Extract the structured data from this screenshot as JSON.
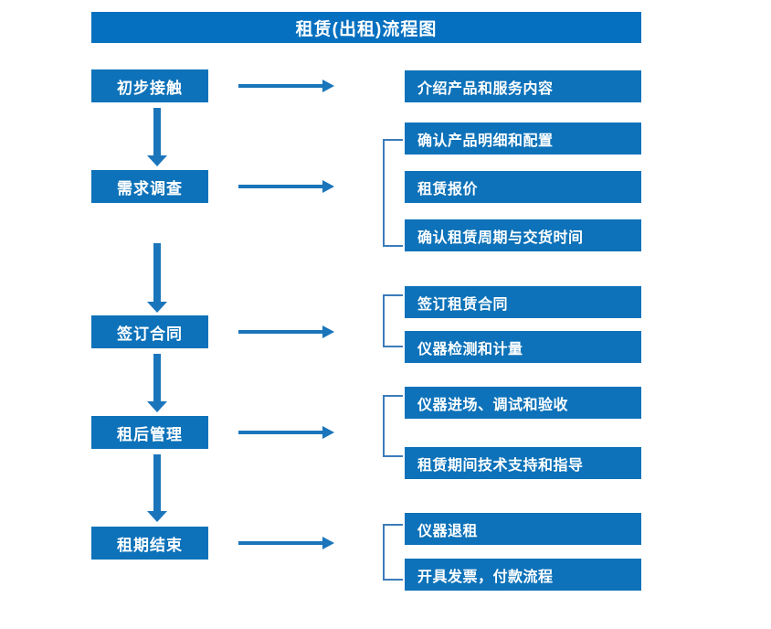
{
  "title": "租赁(出租)流程图",
  "colors": {
    "title_bar": "#0570c0",
    "box": "#0d72b9",
    "arrow": "#1b75bb",
    "bracket": "#3b7cba",
    "box_text": "#ffffff",
    "background": "#ffffff"
  },
  "stages": [
    {
      "label": "初步接触"
    },
    {
      "label": "需求调查"
    },
    {
      "label": "签订合同"
    },
    {
      "label": "租后管理"
    },
    {
      "label": "租期结束"
    }
  ],
  "details": [
    {
      "label": "介绍产品和服务内容"
    },
    {
      "label": "确认产品明细和配置"
    },
    {
      "label": "租赁报价"
    },
    {
      "label": "确认租赁周期与交货时间"
    },
    {
      "label": "签订租赁合同"
    },
    {
      "label": "仪器检测和计量"
    },
    {
      "label": "仪器进场、调试和验收"
    },
    {
      "label": "租赁期间技术支持和指导"
    },
    {
      "label": "仪器退租"
    },
    {
      "label": "开具发票，付款流程"
    }
  ],
  "groups": [
    {
      "stage": "初步接触",
      "details": [
        "介绍产品和服务内容"
      ],
      "bracketed": false
    },
    {
      "stage": "需求调查",
      "details": [
        "确认产品明细和配置",
        "租赁报价",
        "确认租赁周期与交货时间"
      ],
      "bracketed": true
    },
    {
      "stage": "签订合同",
      "details": [
        "签订租赁合同",
        "仪器检测和计量"
      ],
      "bracketed": true
    },
    {
      "stage": "租后管理",
      "details": [
        "仪器进场、调试和验收",
        "租赁期间技术支持和指导"
      ],
      "bracketed": true
    },
    {
      "stage": "租期结束",
      "details": [
        "仪器退租",
        "开具发票，付款流程"
      ],
      "bracketed": true
    }
  ],
  "chart_data": {
    "type": "diagram",
    "title": "租赁(出租)流程图",
    "flow_direction": "top-to-bottom",
    "nodes": [
      {
        "id": "s1",
        "text": "初步接触",
        "column": "left"
      },
      {
        "id": "s2",
        "text": "需求调查",
        "column": "left"
      },
      {
        "id": "s3",
        "text": "签订合同",
        "column": "left"
      },
      {
        "id": "s4",
        "text": "租后管理",
        "column": "left"
      },
      {
        "id": "s5",
        "text": "租期结束",
        "column": "left"
      },
      {
        "id": "d1",
        "text": "介绍产品和服务内容",
        "column": "right"
      },
      {
        "id": "d2",
        "text": "确认产品明细和配置",
        "column": "right"
      },
      {
        "id": "d3",
        "text": "租赁报价",
        "column": "right"
      },
      {
        "id": "d4",
        "text": "确认租赁周期与交货时间",
        "column": "right"
      },
      {
        "id": "d5",
        "text": "签订租赁合同",
        "column": "right"
      },
      {
        "id": "d6",
        "text": "仪器检测和计量",
        "column": "right"
      },
      {
        "id": "d7",
        "text": "仪器进场、调试和验收",
        "column": "right"
      },
      {
        "id": "d8",
        "text": "租赁期间技术支持和指导",
        "column": "right"
      },
      {
        "id": "d9",
        "text": "仪器退租",
        "column": "right"
      },
      {
        "id": "d10",
        "text": "开具发票，付款流程",
        "column": "right"
      }
    ],
    "edges": [
      {
        "from": "s1",
        "to": "s2",
        "kind": "vertical-arrow"
      },
      {
        "from": "s2",
        "to": "s3",
        "kind": "vertical-arrow"
      },
      {
        "from": "s3",
        "to": "s4",
        "kind": "vertical-arrow"
      },
      {
        "from": "s4",
        "to": "s5",
        "kind": "vertical-arrow"
      },
      {
        "from": "s1",
        "to": "d1",
        "kind": "horizontal-arrow"
      },
      {
        "from": "s2",
        "to": "d2,d3,d4",
        "kind": "horizontal-arrow-bracket"
      },
      {
        "from": "s3",
        "to": "d5,d6",
        "kind": "horizontal-arrow-bracket"
      },
      {
        "from": "s4",
        "to": "d7,d8",
        "kind": "horizontal-arrow-bracket"
      },
      {
        "from": "s5",
        "to": "d9,d10",
        "kind": "horizontal-arrow-bracket"
      }
    ]
  }
}
